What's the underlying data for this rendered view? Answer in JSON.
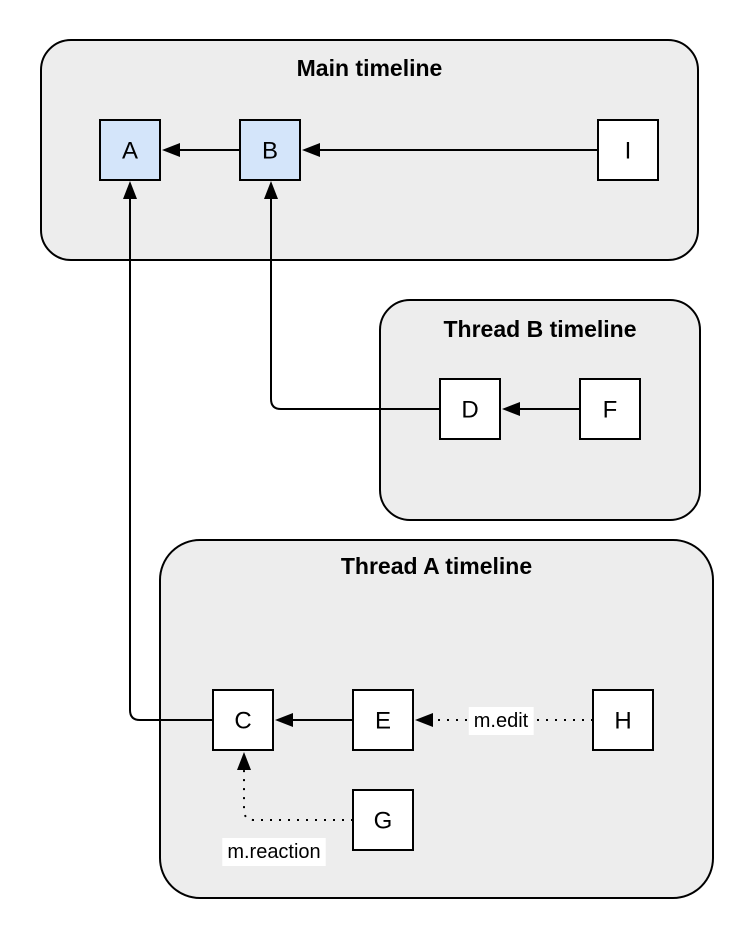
{
  "diagram": {
    "colors": {
      "page_bg": "#ffffff",
      "container_fill": "#ededed",
      "container_border": "#000000",
      "node_fill_default": "#ffffff",
      "node_fill_highlight": "#d4e5fa",
      "node_border": "#000000",
      "edge_color": "#000000",
      "edge_label_bg": "#ffffff",
      "text_color": "#000000"
    },
    "containers": [
      {
        "id": "main",
        "title": "Main timeline",
        "nodes": [
          "A",
          "B",
          "I"
        ]
      },
      {
        "id": "threadB",
        "title": "Thread B timeline",
        "nodes": [
          "D",
          "F"
        ]
      },
      {
        "id": "threadA",
        "title": "Thread A timeline",
        "nodes": [
          "C",
          "E",
          "H",
          "G"
        ]
      }
    ],
    "nodes": [
      {
        "id": "A",
        "label": "A",
        "variant": "highlight"
      },
      {
        "id": "B",
        "label": "B",
        "variant": "highlight"
      },
      {
        "id": "I",
        "label": "I",
        "variant": "default"
      },
      {
        "id": "D",
        "label": "D",
        "variant": "default"
      },
      {
        "id": "F",
        "label": "F",
        "variant": "default"
      },
      {
        "id": "C",
        "label": "C",
        "variant": "default"
      },
      {
        "id": "E",
        "label": "E",
        "variant": "default"
      },
      {
        "id": "H",
        "label": "H",
        "variant": "default"
      },
      {
        "id": "G",
        "label": "G",
        "variant": "default"
      }
    ],
    "edges": [
      {
        "from": "B",
        "to": "A",
        "style": "solid",
        "label": ""
      },
      {
        "from": "I",
        "to": "B",
        "style": "solid",
        "label": ""
      },
      {
        "from": "D",
        "to": "B",
        "style": "solid",
        "label": ""
      },
      {
        "from": "F",
        "to": "D",
        "style": "solid",
        "label": ""
      },
      {
        "from": "C",
        "to": "A",
        "style": "solid",
        "label": ""
      },
      {
        "from": "E",
        "to": "C",
        "style": "solid",
        "label": ""
      },
      {
        "from": "H",
        "to": "E",
        "style": "dotted",
        "label": "m.edit"
      },
      {
        "from": "G",
        "to": "C",
        "style": "dotted",
        "label": "m.reaction"
      }
    ]
  }
}
